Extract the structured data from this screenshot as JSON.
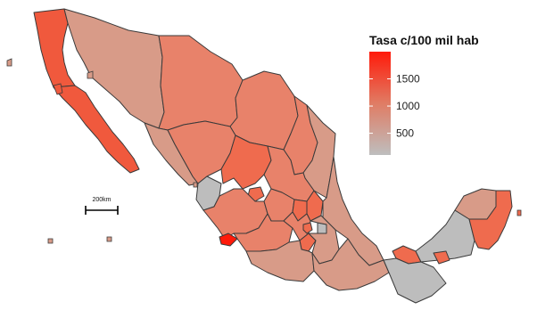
{
  "legend": {
    "title": "Tasa c/100 mil hab",
    "ticks": [
      "1500",
      "1000",
      "500"
    ],
    "tick_values": [
      1500,
      1000,
      500
    ],
    "range": [
      100,
      2000
    ],
    "colors": {
      "low": "#bebebe",
      "mid": "#e07c64",
      "high": "#ff1a0a"
    }
  },
  "scale_bar": {
    "label": "200km"
  },
  "colors": {
    "border": "#3a3a3a",
    "gray": "#bdbdbd",
    "tan": "#d79b88",
    "salmon": "#e8826a",
    "orange": "#ef6b4e",
    "red": "#ff1a0a"
  }
}
